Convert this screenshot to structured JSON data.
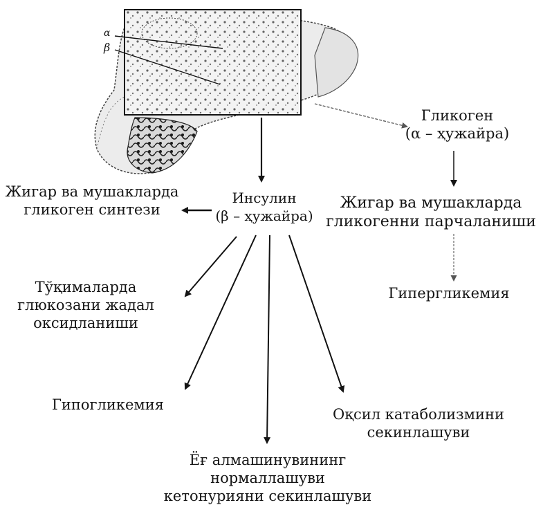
{
  "figure": {
    "label_alpha": "α",
    "label_beta": "β"
  },
  "nodes": {
    "glycogen_alpha": "Гликоген\n(α – ҳужайра)",
    "insulin_beta": "Инсулин\n(β – ҳужайра)",
    "liver_synthesis": "Жигар ва мушакларда\nгликоген синтези",
    "liver_breakdown": "Жигар ва мушакларда\nгликогенни парчаланиши",
    "hyperglycemia": "Гипергликемия",
    "tissue_oxidation": "Тўқималарда\nглюкозани жадал\nоксидланиши",
    "hypoglycemia": "Гипогликемия",
    "protein_catabolism": "Оқсил катаболизмини\nсекинлашуви",
    "fat_metabolism": "Ёғ алмашинувининг\nнормаллашуви\nкетонурияни секинлашуви"
  },
  "colors": {
    "ink": "#151515",
    "pancreas_fill": "#e6e6e6",
    "dots": "#3a3a3a"
  }
}
